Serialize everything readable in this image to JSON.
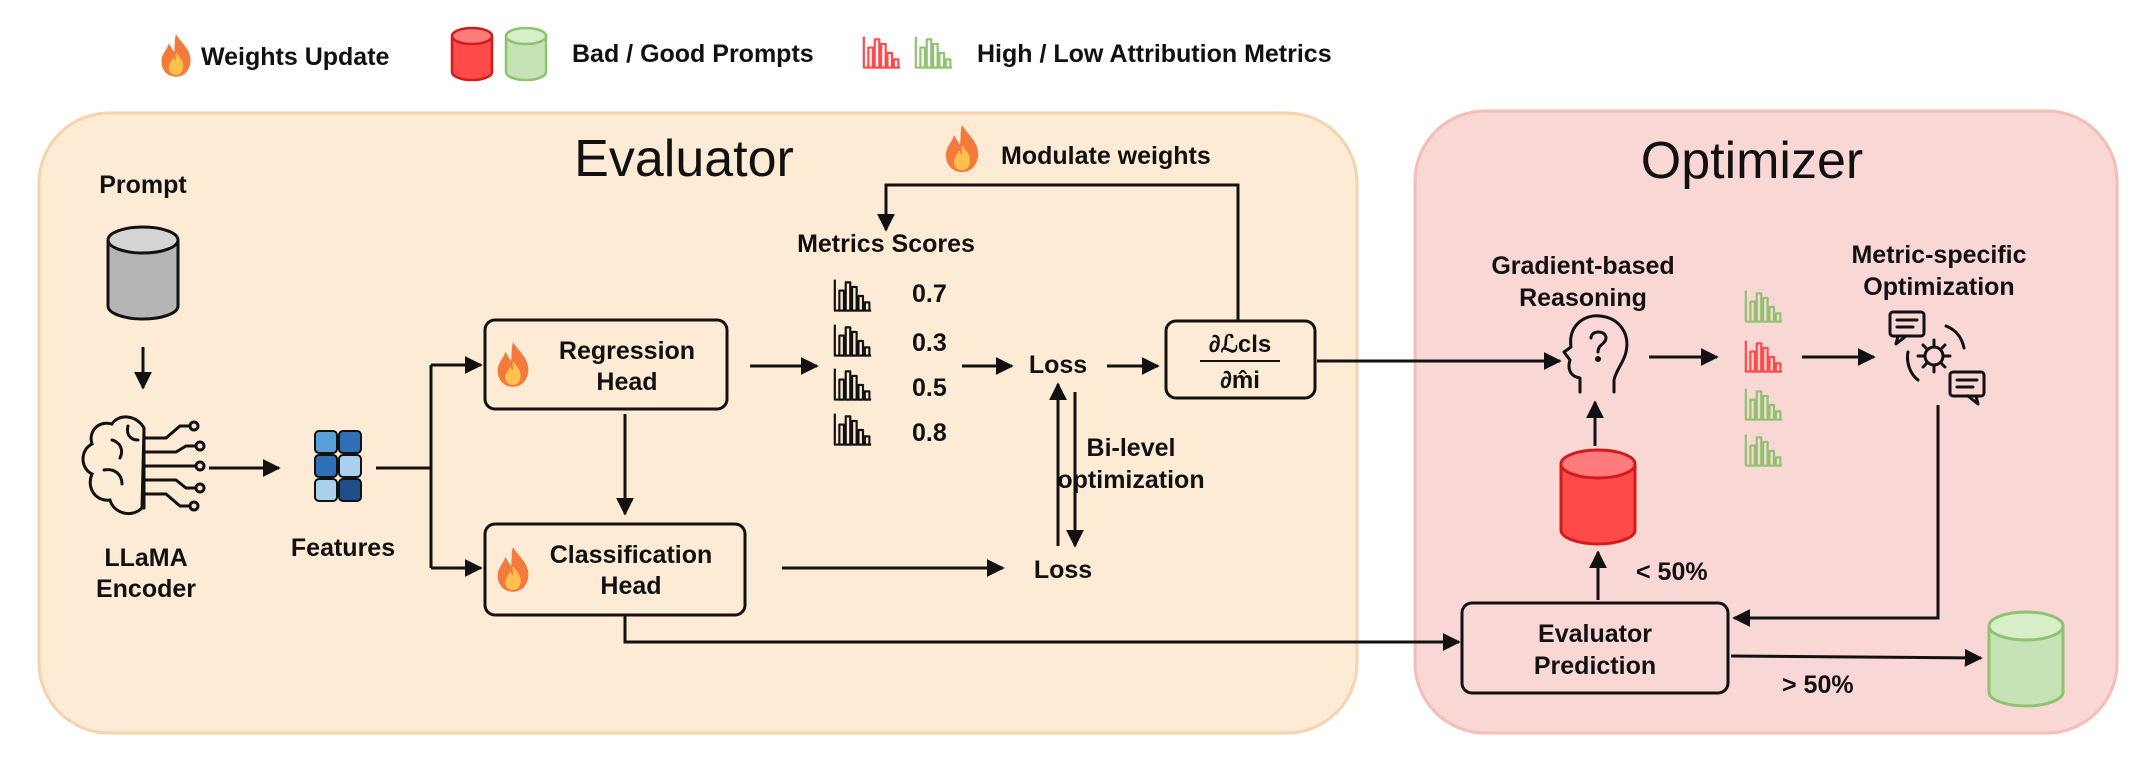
{
  "colors": {
    "evaluator_bg": "#fdebd6",
    "evaluator_border": "#f6d2ad",
    "optimizer_bg": "#f8d7d5",
    "optimizer_border": "#f4bdb6",
    "bad": "#ff4a4a",
    "good": "#c6e3b5",
    "flame": "#f37a3a",
    "blue_dark": "#2e6fb5",
    "blue_mid": "#5aa0d8",
    "blue_light": "#a9d1ef"
  },
  "legend": {
    "weights_update": "Weights Update",
    "prompts": "Bad / Good Prompts",
    "attribution": "High / Low Attribution Metrics"
  },
  "evaluator": {
    "title": "Evaluator",
    "prompt": "Prompt",
    "encoder_line1": "LLaMA",
    "encoder_line2": "Encoder",
    "features": "Features",
    "regression_line1": "Regression",
    "regression_line2": "Head",
    "classification_line1": "Classification",
    "classification_line2": "Head",
    "metrics_title": "Metrics Scores",
    "scores": [
      "0.7",
      "0.3",
      "0.5",
      "0.8"
    ],
    "loss_top": "Loss",
    "loss_bottom": "Loss",
    "bilevel_line1": "Bi-level",
    "bilevel_line2": "optimization",
    "modulate": "Modulate weights",
    "gradient_num": "∂ℒcls",
    "gradient_den": "∂m̂i"
  },
  "optimizer": {
    "title": "Optimizer",
    "gradient_line1": "Gradient-based",
    "gradient_line2": "Reasoning",
    "metric_line1": "Metric-specific",
    "metric_line2": "Optimization",
    "prediction_line1": "Evaluator",
    "prediction_line2": "Prediction",
    "lt50": "< 50%",
    "gt50": "> 50%"
  }
}
